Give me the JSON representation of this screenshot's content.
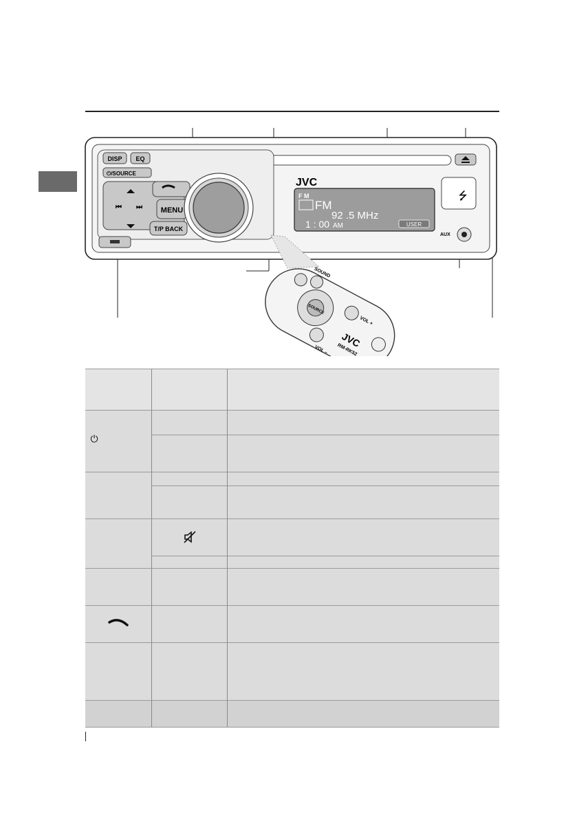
{
  "panel": {
    "disp_label": "DISP",
    "eq_label": "EQ",
    "source_label": "⏻/SOURCE",
    "menu_label": "MENU",
    "tp_back_label": "T/P BACK",
    "brand": "JVC",
    "aux_label": "AUX",
    "display": {
      "band_indicator": "F  M",
      "band": "FM",
      "frequency": "92 .5 MHz",
      "clock": "1 : 00",
      "ampm": "AM",
      "user_badge": "USER"
    }
  },
  "remote": {
    "sound_label": "SOUND",
    "source_label": "SOURCE",
    "vol_plus_label": "VOL +",
    "vol_minus_label": "VOL –",
    "brand": "JVC",
    "model": "RM-RK52"
  },
  "table": {
    "row_power_icon": "⏻",
    "row_mute_icon": "mute-icon",
    "row_phone_icon": "phone-icon"
  }
}
